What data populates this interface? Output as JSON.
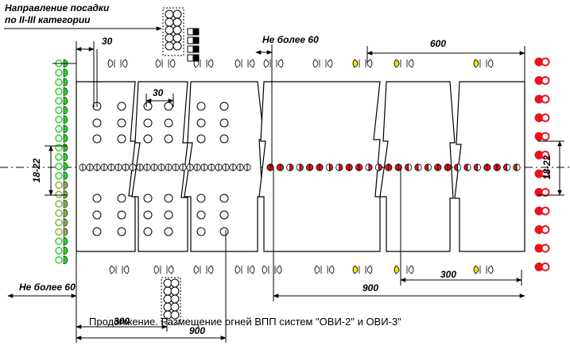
{
  "labels": {
    "approach_direction_line1": "Направление посадки",
    "approach_direction_line2": "по II-III категории",
    "spacing_30_top": "30",
    "spacing_30_inner": "30",
    "not_more_60_top": "Не более 60",
    "spacing_600": "600",
    "width_18_22_left": "18-22",
    "width_18_22_right": "18-22",
    "not_more_60_bottom": "Не более 60",
    "spacing_300_right": "300",
    "spacing_900_right": "900",
    "spacing_300_bottom": "300",
    "spacing_900_bottom": "900"
  },
  "caption": "Продолжение. Размещение огней ВПП систем \"ОВИ-2\" и ОВИ-3\"",
  "colors": {
    "threshold_green": "#2bd42b",
    "threshold_olive": "#8ab04a",
    "end_red": "#e8141e",
    "yellow": "#f2e600",
    "line": "#000000"
  },
  "icons": {
    "edge_light": "bidirectional-edge-light-icon",
    "centerline_light": "centerline-light-icon",
    "tdz_light": "touchdown-zone-light-icon",
    "papi": "papi-unit-icon"
  }
}
